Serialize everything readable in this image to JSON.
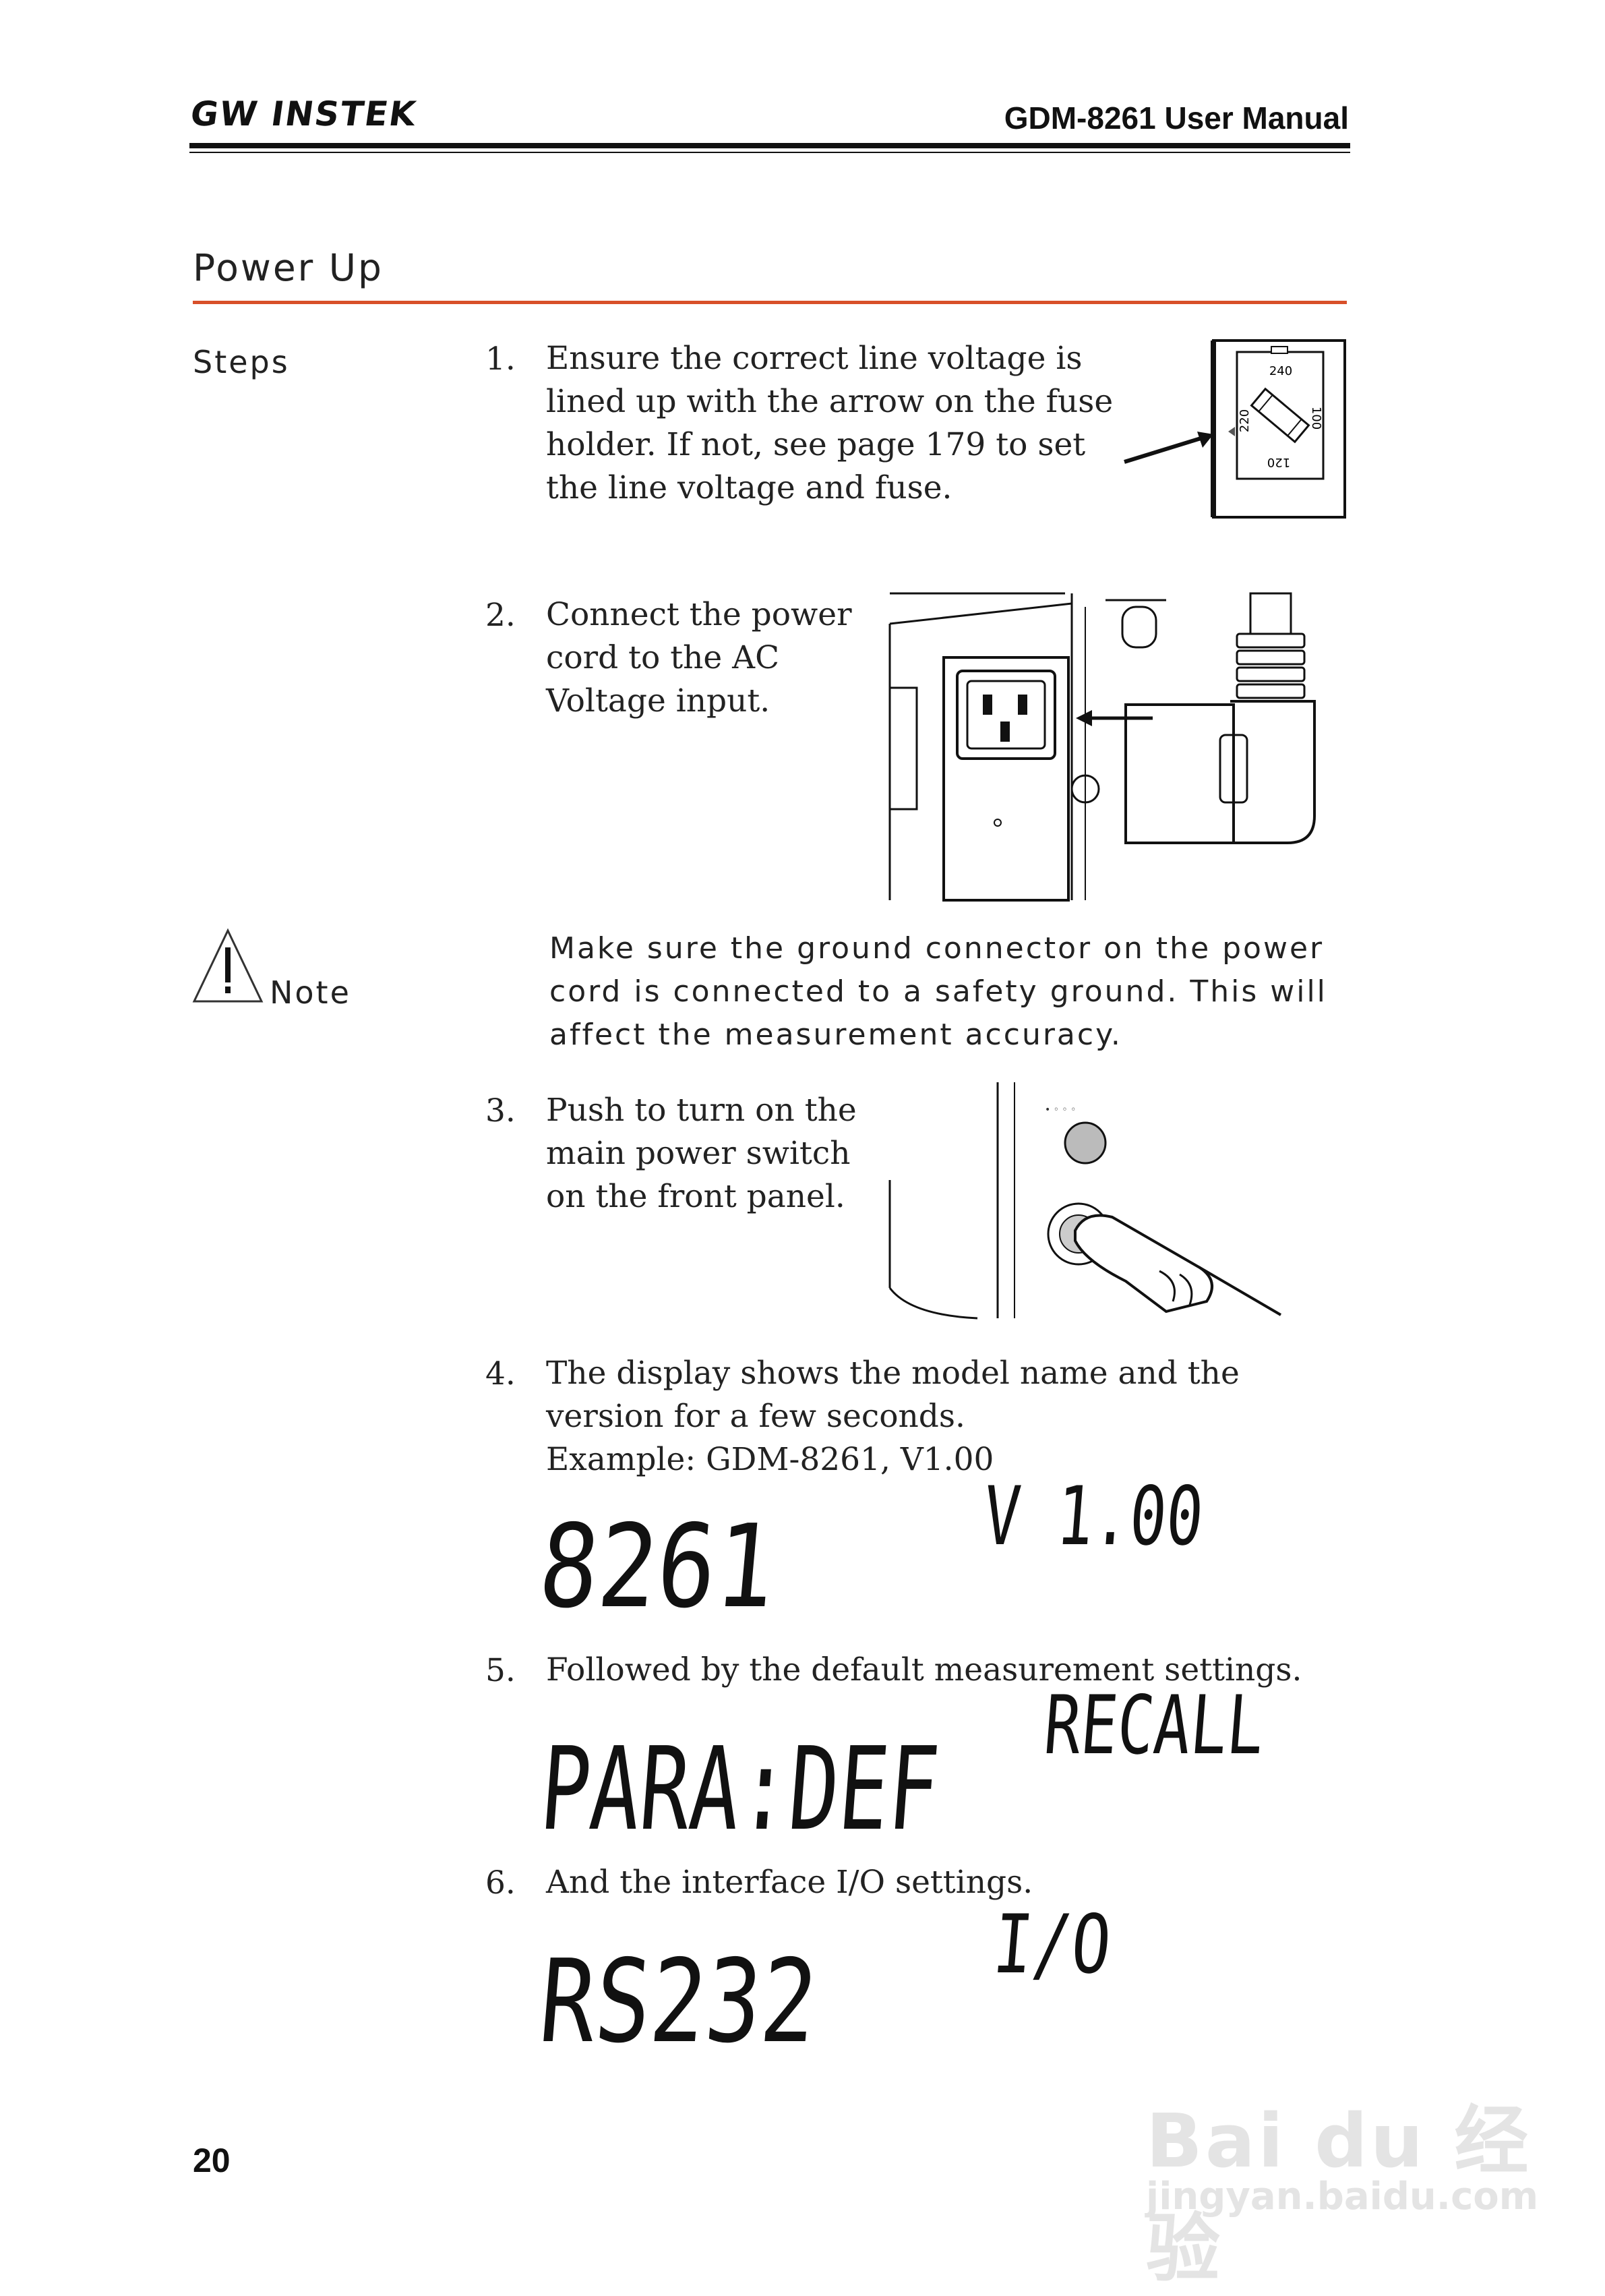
{
  "header": {
    "brand": "GW INSTEK",
    "manual_title": "GDM-8261 User Manual"
  },
  "section": {
    "title": "Power Up"
  },
  "side_labels": {
    "steps": "Steps",
    "note": "Note"
  },
  "steps": [
    {
      "num": "1.",
      "text": "Ensure the correct line voltage is lined up with the arrow on the fuse holder. If not, see page 179 to set the line voltage and fuse."
    },
    {
      "num": "2.",
      "text": "Connect the power cord to the AC Voltage input."
    },
    {
      "num": "3.",
      "text": "Push to turn on the main power switch on the front panel."
    },
    {
      "num": "4.",
      "text": "The display shows the model name and the version for a few seconds.",
      "example": "Example: GDM-8261, V1.00"
    },
    {
      "num": "5.",
      "text": "Followed by the default measurement settings."
    },
    {
      "num": "6.",
      "text": "And the interface I/O settings."
    }
  ],
  "note_text": "Make sure the ground connector on the power cord is connected to a safety ground. This will affect the measurement accuracy.",
  "fuse_labels": {
    "top": "240",
    "right": "100",
    "bottom": "120",
    "left": "220"
  },
  "displays": {
    "model_main": "8261",
    "model_sub": "V 1.00",
    "default_main": "PARA:DEF",
    "default_sub": "RECALL",
    "io_main": "RS232",
    "io_sub": "I/O"
  },
  "page_number": "20",
  "watermark": {
    "brand": "Bai du 经验",
    "url": "jingyan.baidu.com"
  }
}
